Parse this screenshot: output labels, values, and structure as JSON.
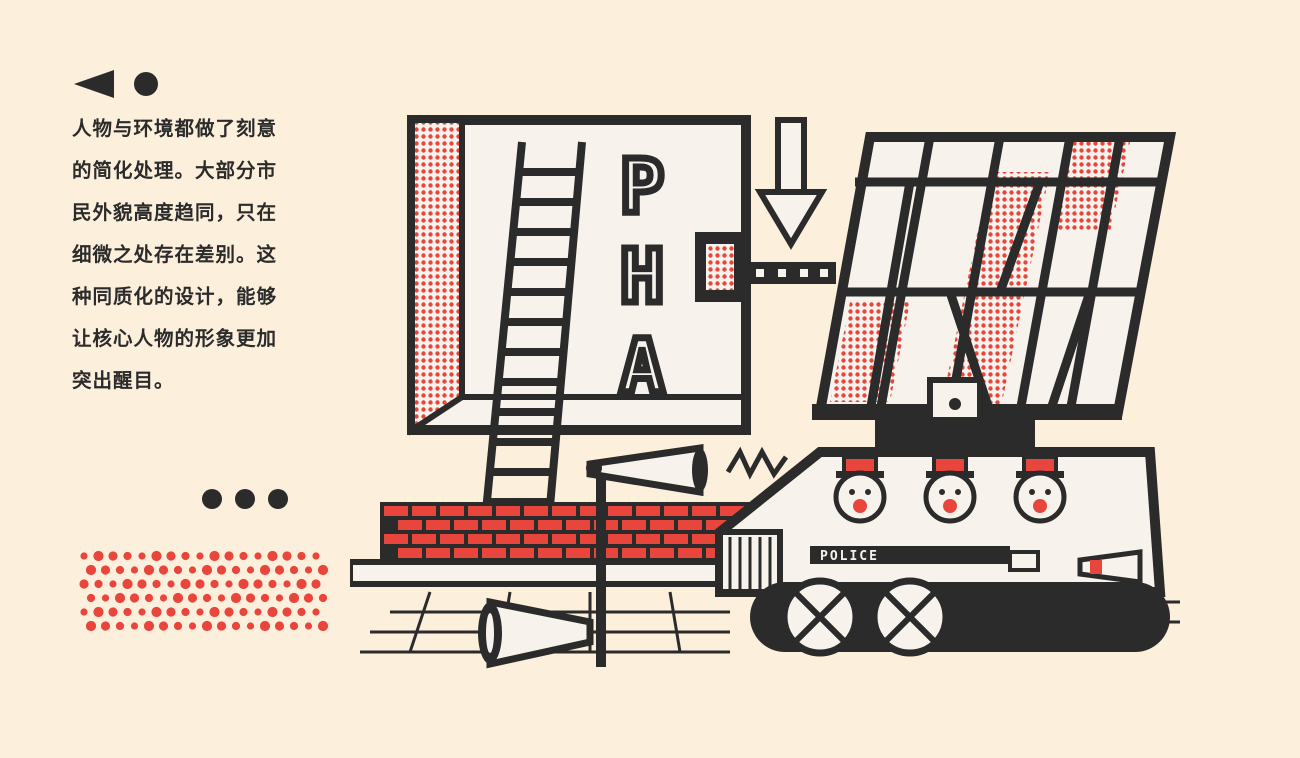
{
  "caption": {
    "lines": [
      "人物与环境都做了刻意",
      "的简化处理。大部分市",
      "民外貌高度趋同，只在",
      "细微之处存在差别。这",
      "种同质化的设计，能够",
      "让核心人物的形象更加",
      "突出醒目。"
    ]
  },
  "illustration": {
    "sign_letters": [
      "P",
      "H",
      "A"
    ],
    "vehicle_label": "POLICE"
  },
  "colors": {
    "background": "#fcefdc",
    "ink": "#2b2b2b",
    "accent_red": "#e8453c",
    "paper_white": "#f7f3ec"
  }
}
